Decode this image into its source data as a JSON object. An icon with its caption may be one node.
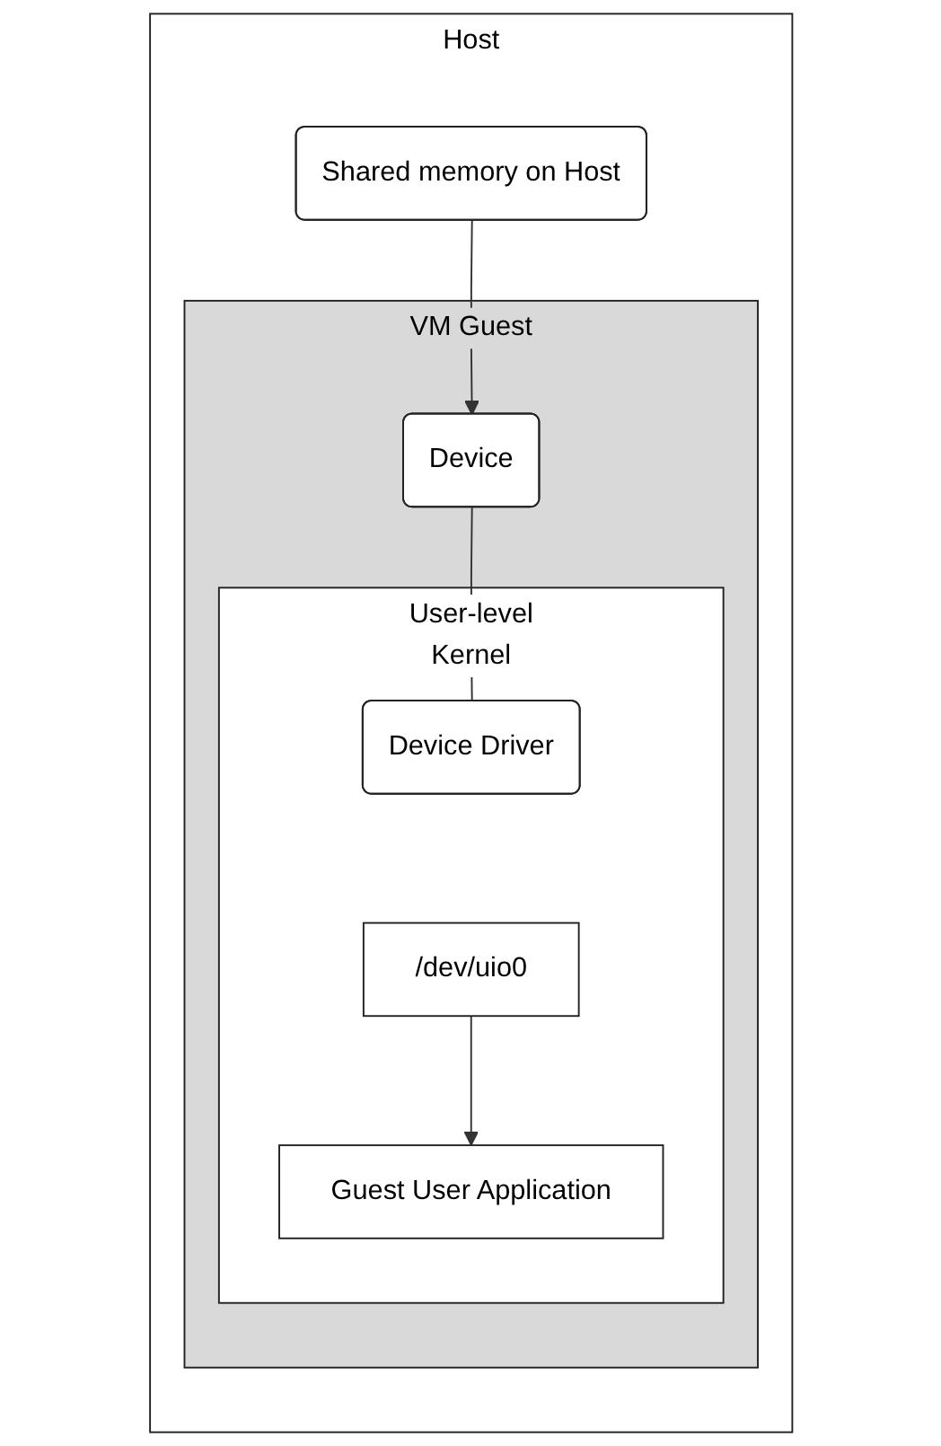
{
  "diagram": {
    "nodes": [
      {
        "text": [
          "Host"
        ]
      },
      {
        "text": [
          "VM Guest"
        ],
        "in": 0
      },
      {
        "text": [
          "User-level",
          "Kernel"
        ],
        "in": 1
      },
      {
        "text": [
          "Guest User Application"
        ],
        "in": 2
      },
      {
        "text": [
          "/dev/uio0"
        ],
        "in": 2
      },
      {
        "text": [
          "Device Driver"
        ],
        "in": 2
      },
      {
        "text": [
          "Device"
        ],
        "in": 1
      },
      {
        "text": [
          "Shared memory on Host"
        ],
        "in": 0
      }
    ],
    "edges": [
      {
        "from": 4,
        "to": 3,
        "arrow": "to"
      },
      {
        "from": 6,
        "to": 5,
        "arrow": "none"
      },
      {
        "from": 7,
        "to": 6,
        "arrow": "to"
      }
    ]
  }
}
